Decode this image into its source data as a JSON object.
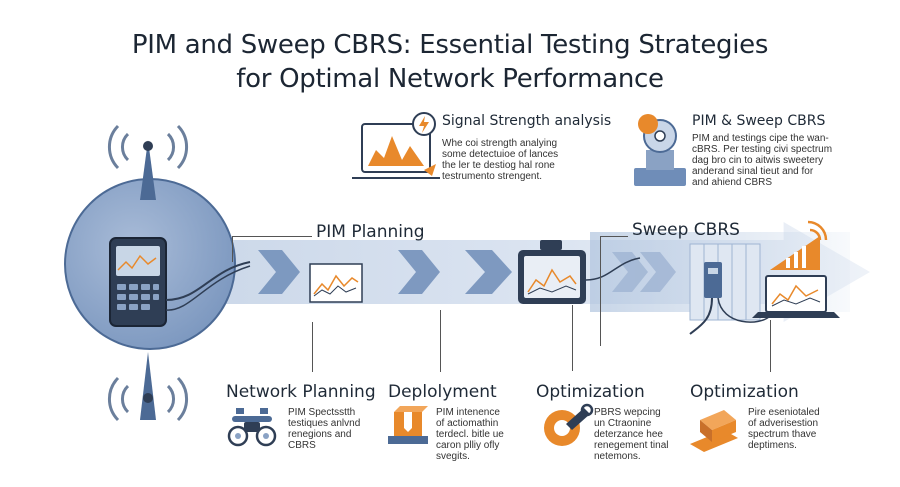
{
  "title": {
    "line1": "PIM and Sweep CBRS: Essential Testing Strategies",
    "line2": "for Optimal Network Performance"
  },
  "signal_box": {
    "heading": "Signal Strength analysis",
    "body": "Whe coi strength analying\nsome detectuioe of lances\nthe ler te destiog hal rone\ntestrumento strengent."
  },
  "pim_sweep_box": {
    "heading": "PIM & Sweep CBRS",
    "body": "PIM and testings cipe the wan-\ncBRS. Per testing civi spectrum\ndag bro cin to aitwis sweetery\nanderand sinal tieut and for\nand ahiend CBRS"
  },
  "flow": {
    "pim_planning": "PIM Planning",
    "sweep_cbrs": "Sweep CBRS"
  },
  "stages": [
    {
      "title": "Network Planning",
      "body": "PIM Spectsstth\ntestiques anlvnd\nrenegions and\nCBRS"
    },
    {
      "title": "Deplolyment",
      "body": "PIM intenence\nof actiomathin\nterdecl. bitle ue\ncaron plliy ofly\nsvegits."
    },
    {
      "title": "Optimization",
      "body": "PBRS wepcing\nun Ctraonine\ndeterzance hee\nrenegement tinal\nnetemons."
    },
    {
      "title": "Optimization",
      "body": "Pire eseniotaled\nof adverisestion\nspectrum thave\ndeptimens."
    }
  ],
  "colors": {
    "accent_orange": "#e8892b",
    "band_blue": "#c9d6e8",
    "device_dark": "#2f3e55",
    "circle_blue": "#7f9bc4"
  },
  "icons": [
    "tower-signal-icon",
    "chart-monitor-icon",
    "lightning-icon",
    "person-icon",
    "analyzer-device-icon",
    "equipment-rack-icon",
    "laptop-chart-icon",
    "signal-bars-icon",
    "drone-icon",
    "box-icon",
    "gear-wrench-icon",
    "hand-box-icon"
  ]
}
